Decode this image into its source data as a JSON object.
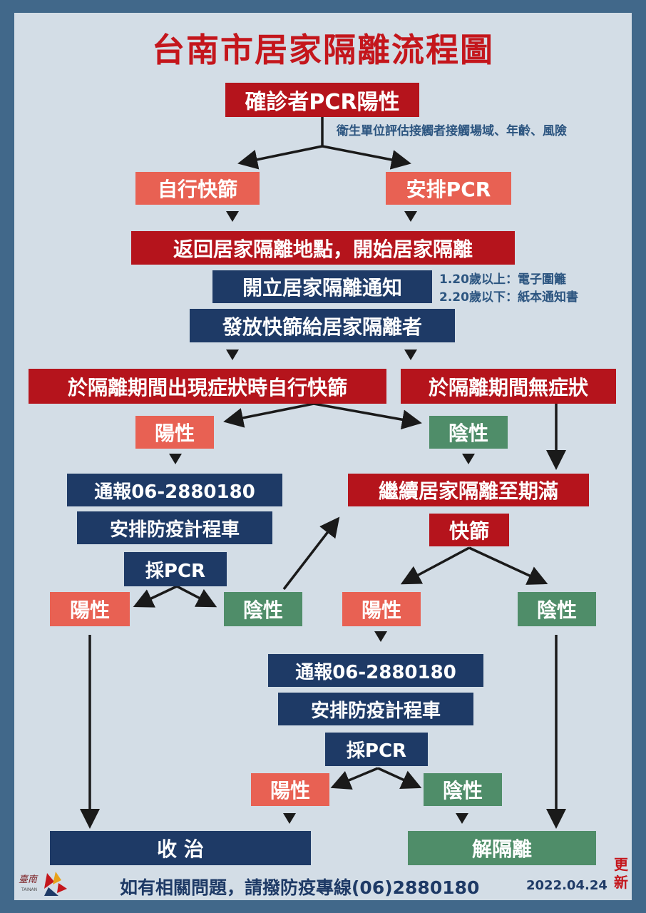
{
  "title": "台南市居家隔離流程圖",
  "nodes": {
    "confirmed": "確診者PCR陽性",
    "assess_note": "衛生單位評估接觸者接觸場域、年齡、風險",
    "self_rapid": "自行快篩",
    "arrange_pcr": "安排PCR",
    "return_home": "返回居家隔離地點，開始居家隔離",
    "issue_notice": "開立居家隔離通知",
    "notice_rule_1": "1.20歲以上：電子圍籬",
    "notice_rule_2": "2.20歲以下：紙本通知書",
    "distribute_tests": "發放快篩給居家隔離者",
    "symptoms_rapid": "於隔離期間出現症狀時自行快篩",
    "no_symptoms": "於隔離期間無症狀",
    "left_positive": "陽性",
    "left_negative": "陰性",
    "left_report": "通報06-2880180",
    "left_taxi": "安排防疫計程車",
    "left_pcr": "採PCR",
    "left_pcr_positive": "陽性",
    "left_pcr_negative": "陰性",
    "continue_isolation": "繼續居家隔離至期滿",
    "final_rapid": "快篩",
    "final_positive": "陽性",
    "final_negative": "陰性",
    "mid_report": "通報06-2880180",
    "mid_taxi": "安排防疫計程車",
    "mid_pcr": "採PCR",
    "mid_pcr_positive": "陽性",
    "mid_pcr_negative": "陰性",
    "admit": "收 治",
    "release": "解隔離"
  },
  "footer": {
    "hotline": "如有相關問題，請撥防疫專線(06)2880180",
    "date": "2022.04.24",
    "update": "更新",
    "logo": "臺南",
    "logo_sub": "TAINAN"
  },
  "colors": {
    "dark_red": "#b5141c",
    "light_red": "#e86153",
    "navy": "#1e3a66",
    "green": "#4f8d69",
    "background": "#d3dde6",
    "frame": "#41688a"
  }
}
